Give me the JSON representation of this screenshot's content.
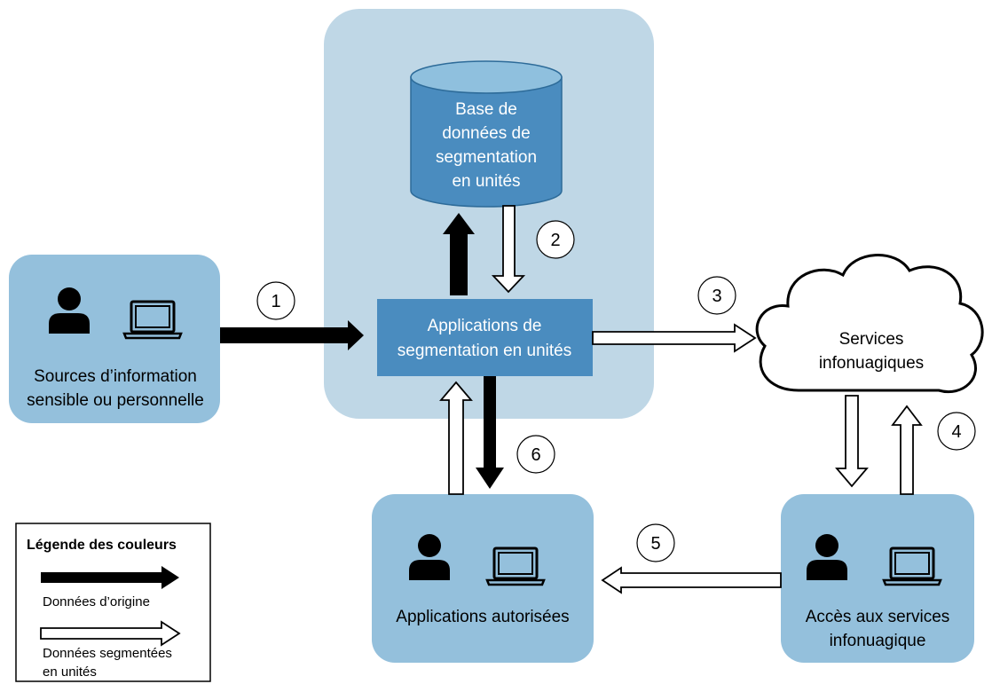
{
  "colors": {
    "big_panel": "#bfd7e6",
    "node_box": "#94c0dc",
    "core_box": "#4a8cbf",
    "database": "#4a8cbf",
    "database_top": "#8fc0de",
    "original_arrow": "#000000",
    "tokenized_arrow": "#ffffff"
  },
  "nodes": {
    "database": {
      "lines": [
        "Base de",
        "données de",
        "segmentation",
        "en unités"
      ]
    },
    "core_app": {
      "lines": [
        "Applications de",
        "segmentation en unités"
      ]
    },
    "sources": {
      "lines": [
        "Sources d’information",
        "sensible ou personnelle"
      ]
    },
    "cloud": {
      "lines": [
        "Services",
        "infonuagiques"
      ]
    },
    "authorized": {
      "lines": [
        "Applications autorisées"
      ]
    },
    "cloud_access": {
      "lines": [
        "Accès aux services",
        "infonuagique"
      ]
    }
  },
  "step_numbers": [
    "1",
    "2",
    "3",
    "4",
    "5",
    "6"
  ],
  "legend": {
    "title": "Légende des couleurs",
    "original_label": "Données d’origine",
    "tokenized_label_lines": [
      "Données segmentées",
      "en unités"
    ]
  },
  "icons": {
    "person": "person-icon",
    "laptop": "laptop-icon"
  }
}
